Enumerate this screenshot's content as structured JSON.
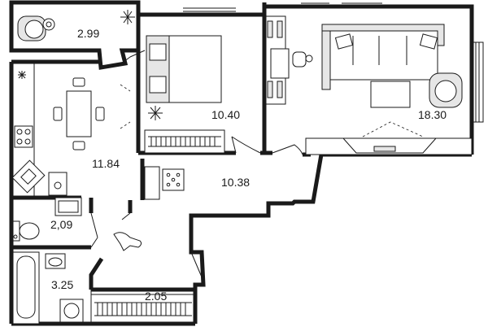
{
  "rooms": {
    "balcony_top": {
      "area": "2.99"
    },
    "kitchen": {
      "area": "11.84"
    },
    "bedroom": {
      "area": "10.40"
    },
    "living_room": {
      "area": "18.30"
    },
    "hallway": {
      "area": "10.38"
    },
    "toilet": {
      "area": "2,09"
    },
    "bathroom": {
      "area": "3.25"
    },
    "balcony_bottom": {
      "area": "2.05"
    }
  },
  "colors": {
    "wall": "#1a1a1a",
    "background": "#ffffff",
    "fill": "#e6e6e6"
  }
}
